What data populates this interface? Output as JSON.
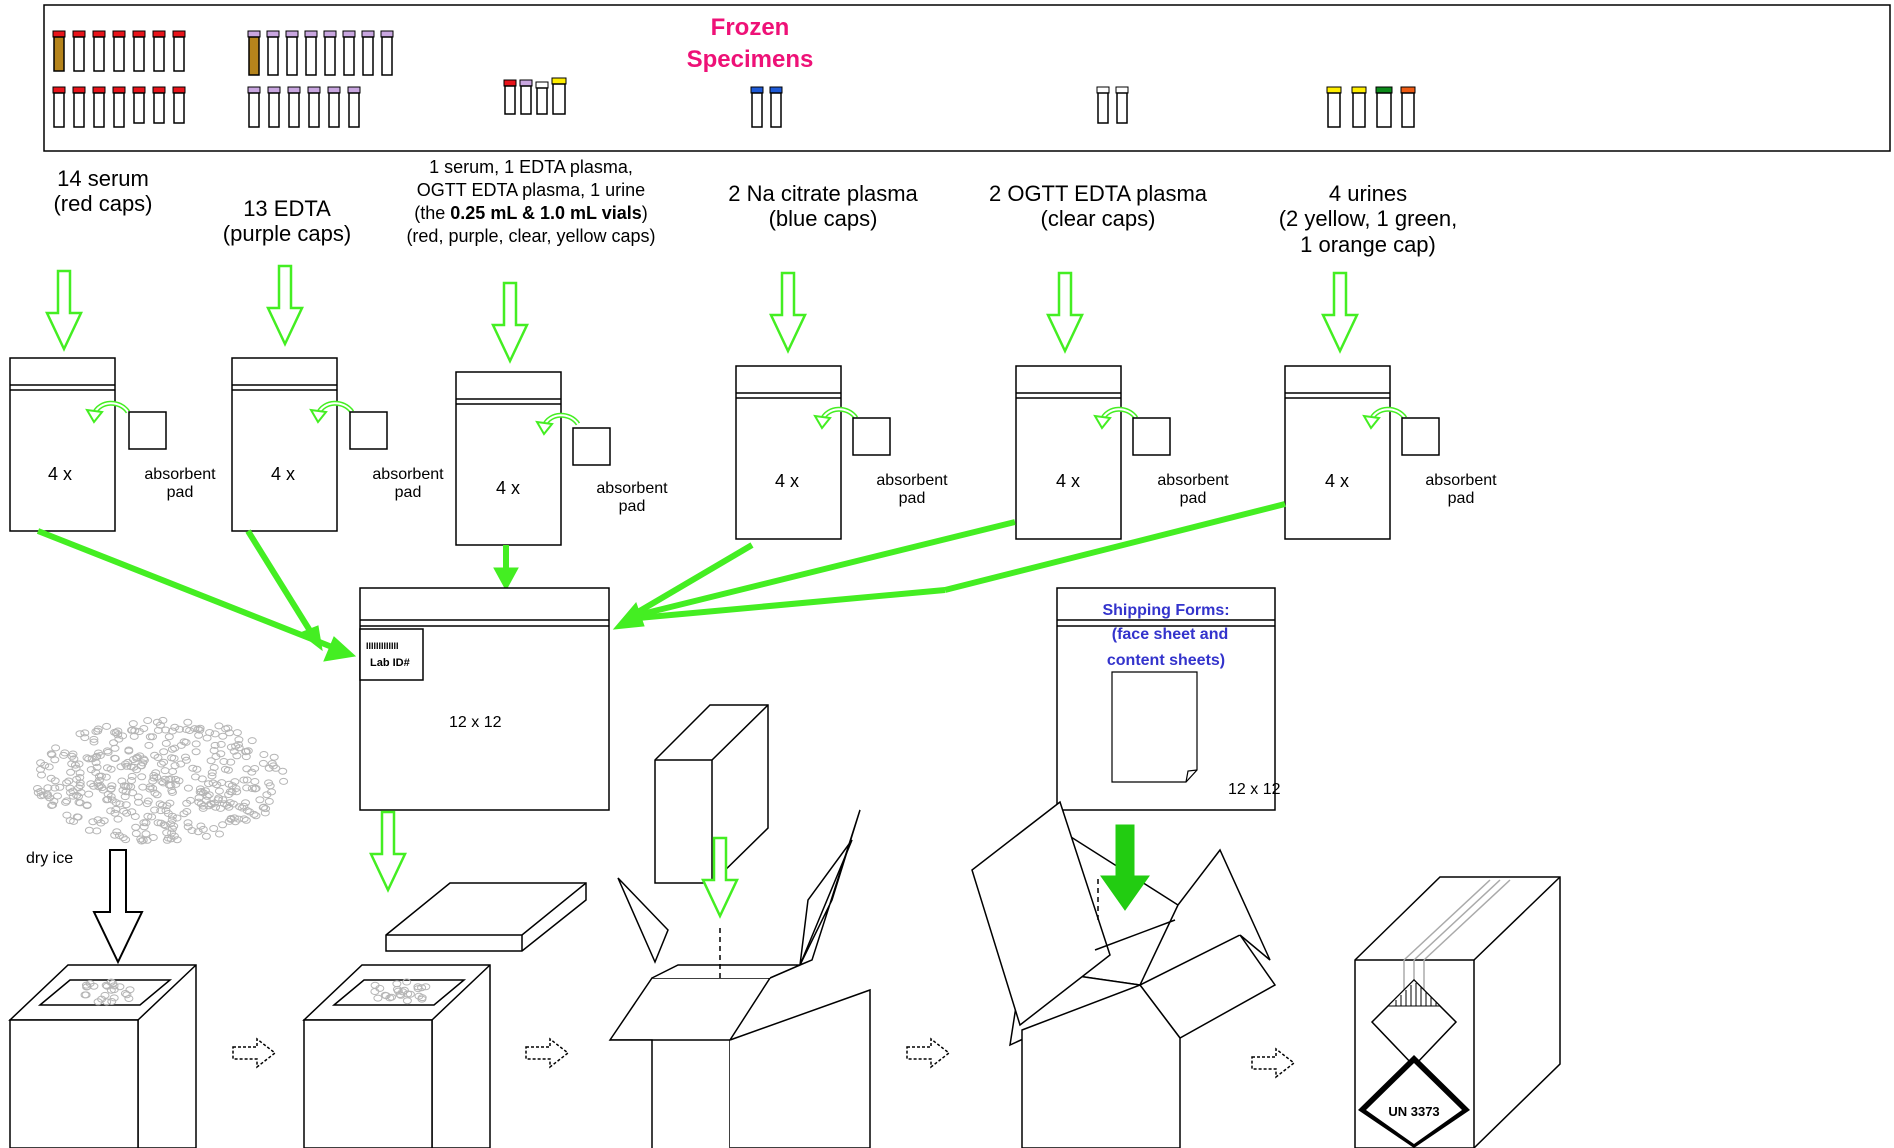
{
  "header": {
    "title_line1": "Frozen",
    "title_line2": "Specimens"
  },
  "colors": {
    "red_cap": "#e8141b",
    "purple_cap": "#c9a6e0",
    "blue_cap": "#1e5ad6",
    "yellow_cap": "#ffee00",
    "green_cap": "#0b8a1a",
    "orange_cap": "#ee5b14",
    "amber_tube": "#b5841c",
    "arrow_green": "#44ee22",
    "title_pink": "#ee1177",
    "forms_blue": "#3333cc"
  },
  "groups": [
    {
      "id": "serum",
      "lines": [
        "14 serum",
        "(red caps)"
      ],
      "bag_count": "4 x",
      "pad": [
        "absorbent",
        "pad"
      ]
    },
    {
      "id": "edta",
      "lines": [
        "13 EDTA",
        "(purple caps)"
      ],
      "bag_count": "4 x",
      "pad": [
        "absorbent",
        "pad"
      ]
    },
    {
      "id": "mixed",
      "lines": [
        "1 serum, 1 EDTA plasma,",
        "OGTT EDTA plasma, 1 urine"
      ],
      "line3_pre": "(the ",
      "line3_bold": "0.25 mL & 1.0 mL vials",
      "line3_post": ")",
      "line4": "(red, purple, clear, yellow caps)",
      "bag_count": "4 x",
      "pad": [
        "absorbent",
        "pad"
      ]
    },
    {
      "id": "citrate",
      "lines": [
        "2 Na citrate plasma",
        "(blue caps)"
      ],
      "bag_count": "4 x",
      "pad": [
        "absorbent",
        "pad"
      ]
    },
    {
      "id": "ogtt",
      "lines": [
        "2 OGTT EDTA plasma",
        "(clear caps)"
      ],
      "bag_count": "4 x",
      "pad": [
        "absorbent",
        "pad"
      ]
    },
    {
      "id": "urine",
      "lines": [
        "4 urines",
        "(2 yellow, 1 green,",
        "1 orange cap)"
      ],
      "bag_count": "4 x",
      "pad": [
        "absorbent",
        "pad"
      ]
    }
  ],
  "main_bag": {
    "barcode": "IIIIIIIIIIIII",
    "lab_id": "Lab ID#",
    "size": "12 x 12"
  },
  "forms_bag": {
    "title": "Shipping Forms:",
    "line2": "(face sheet and",
    "line3": "content sheets)",
    "size": "12 x 12"
  },
  "dry_ice_label": "dry ice",
  "un_label": "UN 3373"
}
